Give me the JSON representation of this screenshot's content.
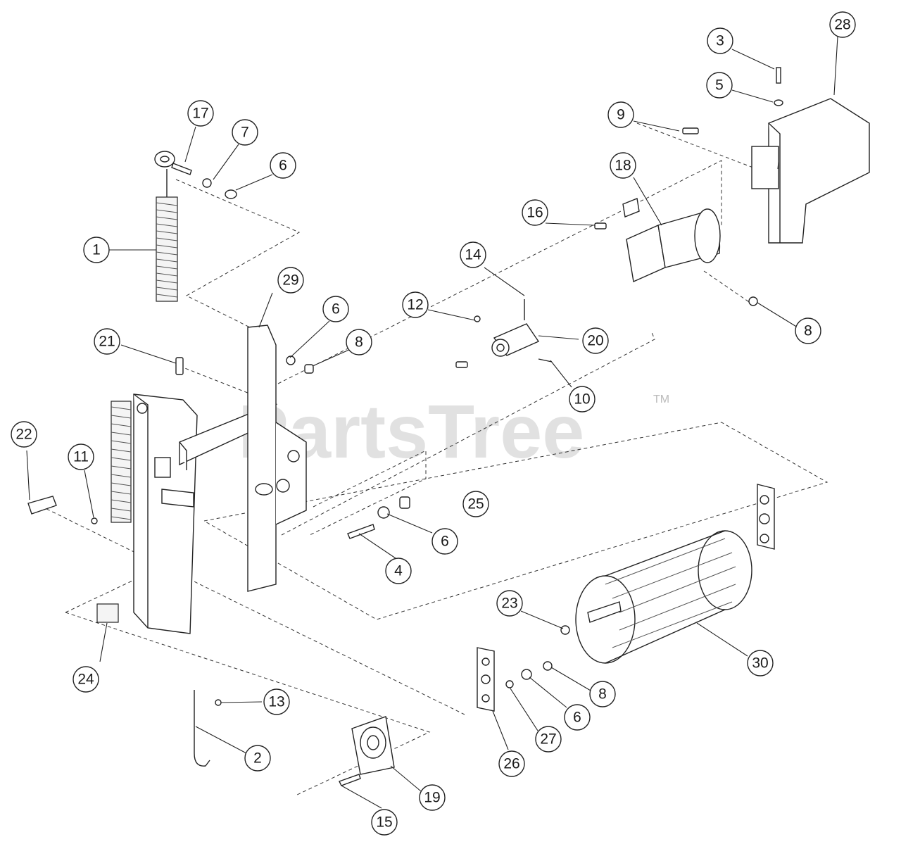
{
  "watermark": {
    "text": "PartsTree",
    "trademark": "TM"
  },
  "callouts": [
    "1",
    "2",
    "3",
    "4",
    "5",
    "6",
    "6",
    "6",
    "6",
    "7",
    "8",
    "8",
    "8",
    "9",
    "10",
    "11",
    "12",
    "13",
    "14",
    "15",
    "16",
    "17",
    "18",
    "19",
    "20",
    "21",
    "22",
    "23",
    "24",
    "25",
    "26",
    "27",
    "28",
    "29",
    "30"
  ]
}
